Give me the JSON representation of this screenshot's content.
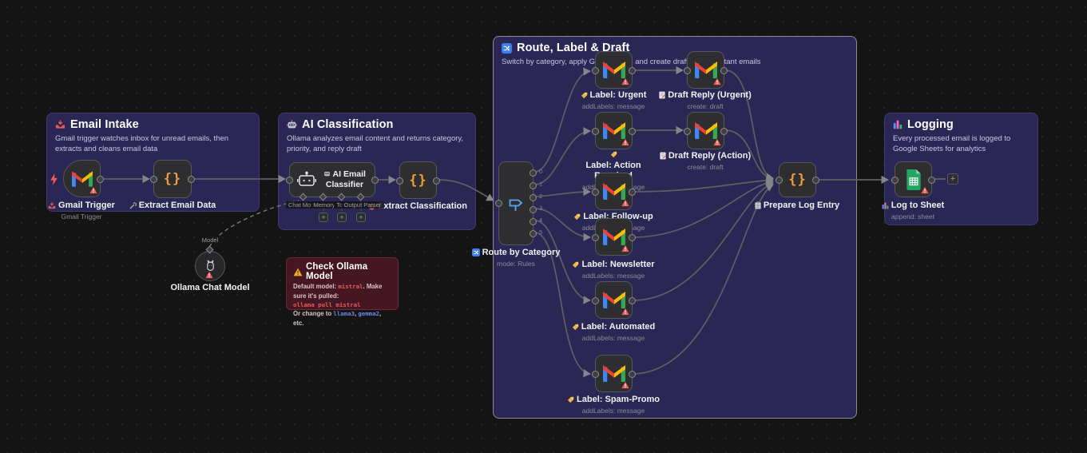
{
  "groups": {
    "email_intake": {
      "title": "Email Intake",
      "description": "Gmail trigger watches inbox for unread emails, then extracts and cleans email data"
    },
    "ai_classification": {
      "title": "AI Classification",
      "description": "Ollama analyzes email content and returns category, priority, and reply draft"
    },
    "route_label_draft": {
      "title": "Route, Label & Draft",
      "description": "Switch by category, apply Gmail labels, and create drafts for important emails"
    },
    "logging": {
      "title": "Logging",
      "description": "Every processed email is logged to Google Sheets for analytics"
    }
  },
  "note": {
    "title": "Check Ollama Model",
    "seg1": "Default model: ",
    "code1": "mistral",
    "seg2": ". Make sure it's pulled:",
    "code2": "ollama pull mistral",
    "seg3": "Or change to ",
    "code3": "llama3",
    "seg4": ", ",
    "code4": "gemma2",
    "seg5": ", etc."
  },
  "nodes": {
    "gmail_trigger": {
      "label": "Gmail Trigger",
      "subtitle": "Gmail Trigger"
    },
    "extract_email": {
      "label": "Extract Email Data"
    },
    "classifier": {
      "label": "AI Email Classifier",
      "ports": [
        "Chat Model",
        "Memory",
        "Tool",
        "Output Parser"
      ]
    },
    "extract_classification": {
      "label": "Extract Classification"
    },
    "ollama": {
      "label": "Ollama Chat Model",
      "port": "Model"
    },
    "router": {
      "label": "Route by Category",
      "subtitle": "mode: Rules",
      "outputs": [
        "0",
        "1",
        "2",
        "3",
        "4",
        "5"
      ]
    },
    "label_urgent": {
      "label": "Label: Urgent",
      "subtitle": "addLabels: message"
    },
    "draft_urgent": {
      "label": "Draft Reply (Urgent)",
      "subtitle": "create: draft"
    },
    "label_action": {
      "label": "Label: Action Required",
      "subtitle": "addLabels: message"
    },
    "draft_action": {
      "label": "Draft Reply (Action)",
      "subtitle": "create: draft"
    },
    "label_followup": {
      "label": "Label: Follow-up",
      "subtitle": "addLabels: message"
    },
    "label_newsletter": {
      "label": "Label: Newsletter",
      "subtitle": "addLabels: message"
    },
    "label_automated": {
      "label": "Label: Automated",
      "subtitle": "addLabels: message"
    },
    "label_spam": {
      "label": "Label: Spam-Promo",
      "subtitle": "addLabels: message"
    },
    "prepare_log": {
      "label": "Prepare Log Entry"
    },
    "log_sheet": {
      "label": "Log to Sheet",
      "subtitle": "append: sheet"
    }
  },
  "ui": {
    "plus": "+",
    "code_braces": "{}"
  },
  "colors": {
    "sticky_purple": "#2b2755",
    "note_red": "#451722",
    "accent_blue": "#4a9df8",
    "warning_red": "#f15b5b",
    "code_orange": "#f09b3c",
    "wire_gray": "#5f5f63"
  }
}
